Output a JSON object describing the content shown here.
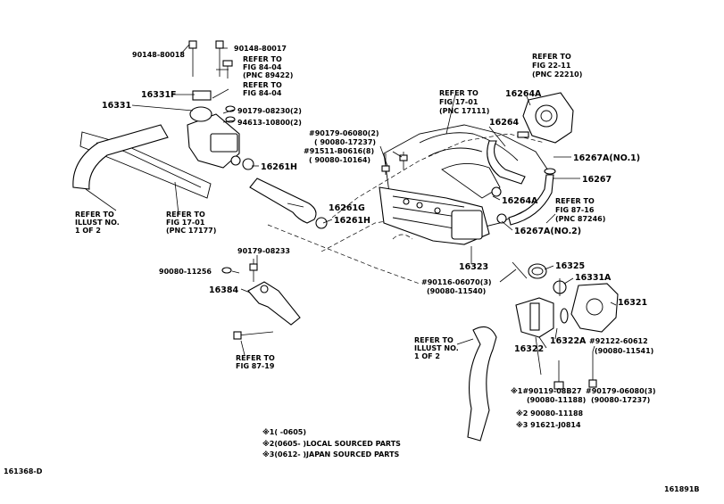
{
  "callouts": {
    "p90148_80018": "90148-80018",
    "p90148_80017": "90148-80017",
    "ref_84_04a": [
      "REFER TO",
      "FIG 84-04",
      "(PNC 89422)"
    ],
    "ref_84_04b": [
      "REFER TO",
      "FIG 84-04"
    ],
    "p16331F": "16331F",
    "p16331": "16331",
    "p90179_08230": "90179-08230(2)",
    "p94613_10800": "94613-10800(2)",
    "p90179_06080_a": "#90179-06080(2)",
    "p90080_17237_a": "( 90080-17237)",
    "p91511": "#91511-B0616(8)",
    "p90080_10164": "( 90080-10164)",
    "p16261H_a": "16261H",
    "p16261G": "16261G",
    "p16261H_b": "16261H",
    "ref_illust_left": [
      "REFER TO",
      "ILLUST NO.",
      "1 OF 2"
    ],
    "ref_17_01_a": [
      "REFER TO",
      "FIG 17-01",
      "(PNC 17177)"
    ],
    "ref_17_01_b": [
      "REFER TO",
      "FIG 17-01",
      "(PNC 17111)"
    ],
    "ref_22_11": [
      "REFER TO",
      "FIG 22-11",
      "(PNC 22210)"
    ],
    "p16264A_a": "16264A",
    "p16264": "16264",
    "p16267A_1": "16267A(NO.1)",
    "p16267": "16267",
    "p16264A_b": "16264A",
    "ref_87_16": [
      "REFER TO",
      "FIG 87-16",
      "(PNC 87246)"
    ],
    "p16267A_2": "16267A(NO.2)",
    "p16323": "16323",
    "p16325": "16325",
    "p16331A": "16331A",
    "p90116": "#90116-06070(3)",
    "p90080_11540": "(90080-11540)",
    "p16321": "16321",
    "p90179_08233": "90179-08233",
    "p90080_11256": "90080-11256",
    "p16384": "16384",
    "ref_87_19": [
      "REFER TO",
      "FIG 87-19"
    ],
    "ref_illust_right": [
      "REFER TO",
      "ILLUST NO.",
      "1 OF 2"
    ],
    "p16322A": "16322A",
    "p16322": "16322",
    "p92122": "#92122-60612",
    "p90080_11541": "(90080-11541)",
    "p90119": "※1#90119-08B27",
    "p90080_11188_a": "(90080-11188)",
    "p90179_06080_b": "#90179-06080(3)",
    "p90080_17237_b": "(90080-17237)",
    "p90080_11188_b": "※2 90080-11188",
    "p91621": "※3 91621-J0814"
  },
  "legend": [
    "※1(     -0605)",
    "※2(0605-     )LOCAL SOURCED PARTS",
    "※3(0612-     )JAPAN SOURCED PARTS"
  ],
  "footer": {
    "left_code": "161368-D",
    "right_code": "161891B"
  }
}
